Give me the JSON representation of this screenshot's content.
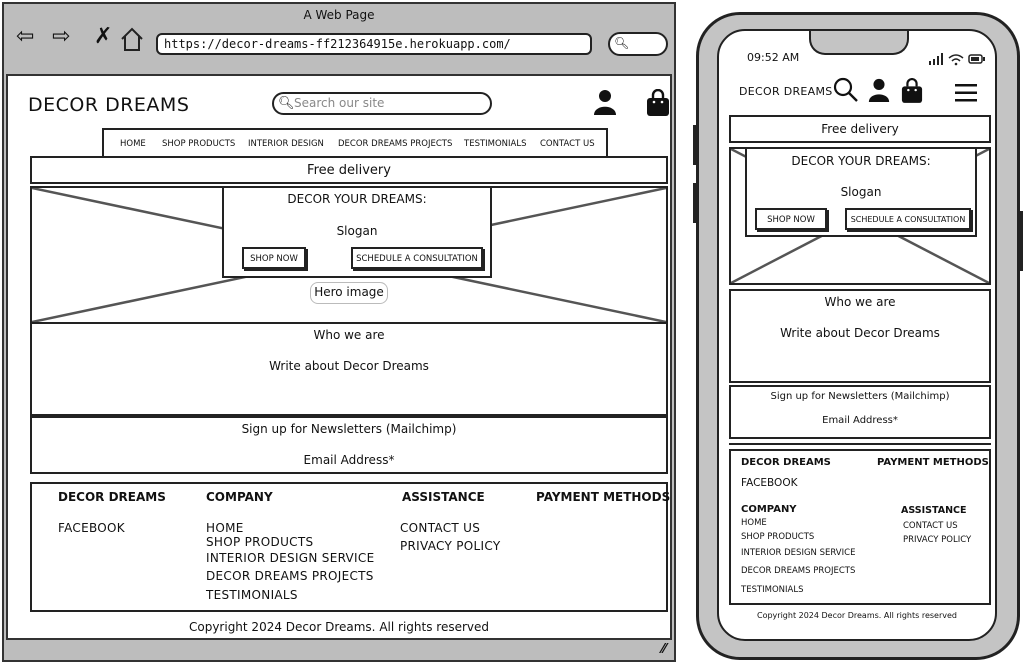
{
  "window": {
    "title": "A Web Page",
    "url": "https://decor-dreams-ff212364915e.herokuapp.com/"
  },
  "site": {
    "logo": "DECOR DREAMS",
    "search_placeholder": "Search our site",
    "nav": [
      "HOME",
      "SHOP PRODUCTS",
      "INTERIOR DESIGN",
      "DECOR DREAMS PROJECTS",
      "TESTIMONIALS",
      "CONTACT US"
    ],
    "banner": "Free delivery",
    "hero": {
      "heading": "DECOR YOUR DREAMS:",
      "slogan": "Slogan",
      "shop_button": "SHOP NOW",
      "consult_button": "SCHEDULE A CONSULTATION",
      "image_label": "Hero image"
    },
    "about": {
      "heading": "Who we are",
      "body": "Write about Decor Dreams"
    },
    "newsletter": {
      "heading": "Sign up for Newsletters (Mailchimp)",
      "email_label": "Email Address*"
    },
    "footer": {
      "brand": {
        "heading": "DECOR DREAMS",
        "items": [
          "FACEBOOK"
        ]
      },
      "company": {
        "heading": "COMPANY",
        "items": [
          "HOME",
          "SHOP PRODUCTS",
          "INTERIOR DESIGN SERVICE",
          "DECOR DREAMS PROJECTS",
          "TESTIMONIALS"
        ]
      },
      "assistance": {
        "heading": "ASSISTANCE",
        "items": [
          "CONTACT US",
          "PRIVACY POLICY"
        ]
      },
      "payment": {
        "heading": "PAYMENT METHODS"
      },
      "copyright": "Copyright 2024 Decor Dreams. All rights reserved"
    }
  },
  "phone": {
    "time": "09:52 AM"
  },
  "icons": {
    "back": "arrow-left",
    "forward": "arrow-right",
    "close": "x",
    "home": "house",
    "search": "magnifier",
    "account": "user",
    "bag": "shopping-bag",
    "menu": "hamburger"
  }
}
